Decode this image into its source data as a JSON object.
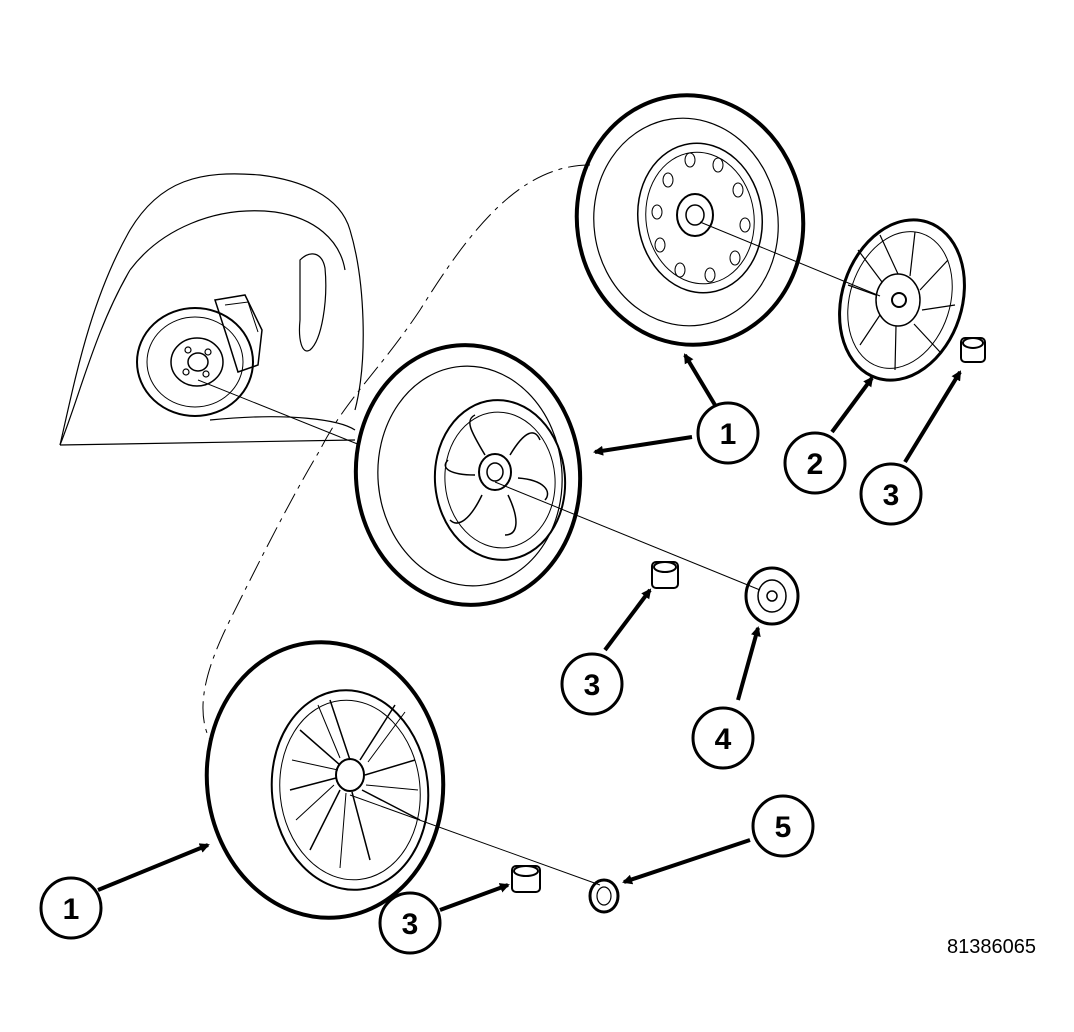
{
  "figure_id": "81386065",
  "callouts": [
    {
      "id": "wheel-upper",
      "label": "1"
    },
    {
      "id": "wheel-middle",
      "label": "1"
    },
    {
      "id": "wheel-lower",
      "label": "1"
    },
    {
      "id": "wheel-cover",
      "label": "2"
    },
    {
      "id": "lug-nut-upper",
      "label": "3"
    },
    {
      "id": "lug-nut-middle",
      "label": "3"
    },
    {
      "id": "lug-nut-lower",
      "label": "3"
    },
    {
      "id": "center-cap",
      "label": "4"
    },
    {
      "id": "hub-emblem",
      "label": "5"
    }
  ],
  "colors": {
    "line": "#000000",
    "background": "#ffffff"
  }
}
